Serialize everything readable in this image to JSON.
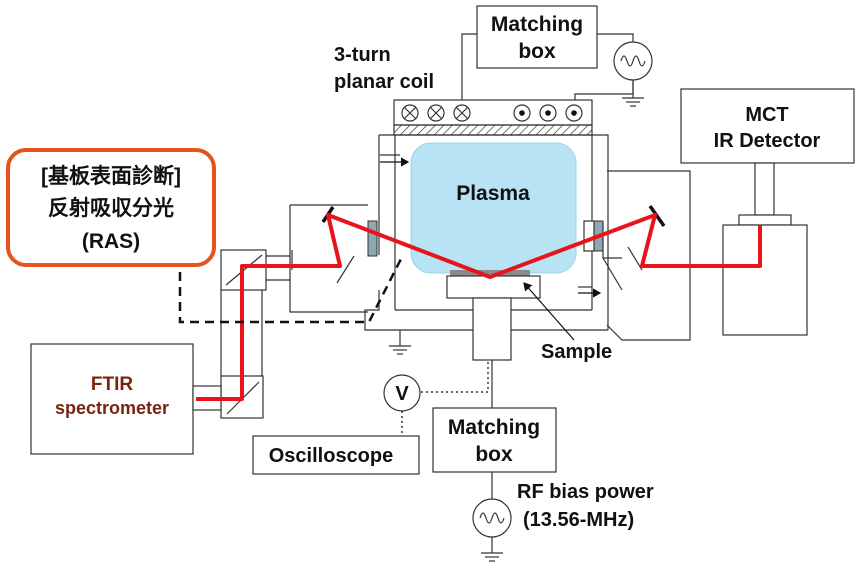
{
  "labels": {
    "matching_box_top_line1": "Matching",
    "matching_box_top_line2": "box",
    "coil_line1": "3-turn",
    "coil_line2": "planar coil",
    "mct_line1": "MCT",
    "mct_line2": "IR Detector",
    "ras_line1": "[基板表面診断]",
    "ras_line2": "反射吸収分光",
    "ras_line3": "(RAS)",
    "plasma": "Plasma",
    "sample": "Sample",
    "ftir_line1": "FTIR",
    "ftir_line2": "spectrometer",
    "voltmeter": "V",
    "oscilloscope": "Oscilloscope",
    "matching_box_bottom_line1": "Matching",
    "matching_box_bottom_line2": "box",
    "rf_line1": "RF bias power",
    "rf_line2": "(13.56-MHz)"
  },
  "colors": {
    "laser": "#e8141b",
    "plasma_fill": "#b7e3f4",
    "plasma_stroke": "#9fd3ea",
    "ras_border": "#e8521b",
    "ftir_text": "#7a2410",
    "window_fill": "#8fa6b3",
    "line": "#333333"
  },
  "icons": {
    "rf_source": "sine-wave-source-icon",
    "coil_current_in": "cross-in-circle-icon",
    "coil_current_out": "dot-in-circle-icon",
    "ground": "ground-icon"
  }
}
